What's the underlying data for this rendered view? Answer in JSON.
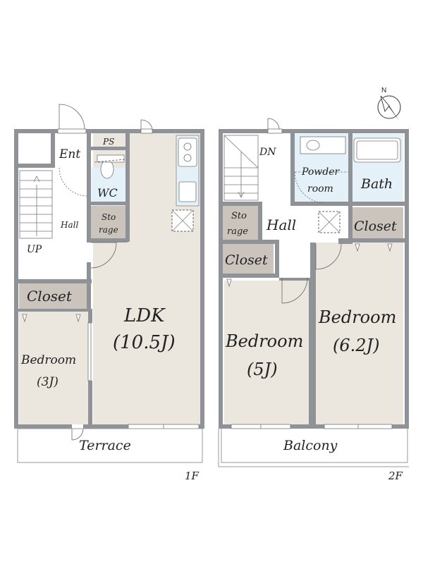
{
  "compass": {
    "north": "N"
  },
  "floor1": {
    "floor_label": "1F",
    "rooms": {
      "ent": "Ent",
      "ps": "PS",
      "wc": "WC",
      "hall": "Hall",
      "storage_line1": "Sto",
      "storage_line2": "rage",
      "up": "UP",
      "closet": "Closet",
      "bedroom_name": "Bedroom",
      "bedroom_size": "(3J)",
      "ldk_name": "LDK",
      "ldk_size": "(10.5J)",
      "terrace": "Terrace"
    }
  },
  "floor2": {
    "floor_label": "2F",
    "rooms": {
      "dn": "DN",
      "powder_line1": "Powder",
      "powder_line2": "room",
      "bath": "Bath",
      "storage_line1": "Sto",
      "storage_line2": "rage",
      "hall": "Hall",
      "closet_upper": "Closet",
      "closet_left": "Closet",
      "bedroom_a_name": "Bedroom",
      "bedroom_a_size": "(5J)",
      "bedroom_b_name": "Bedroom",
      "bedroom_b_size": "(6.2J)",
      "balcony": "Balcony"
    }
  },
  "colors": {
    "wall": "#8f9397",
    "room_floor": "#ebe7de",
    "wet_area": "#e4f1f8",
    "storage": "#cbc4bd",
    "line": "#555555"
  }
}
